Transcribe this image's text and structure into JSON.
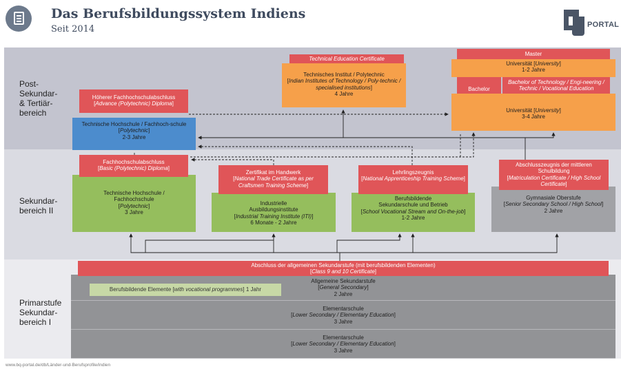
{
  "header": {
    "title": "Das Berufsbildungssystem Indiens",
    "subtitle": "Seit 2014",
    "logo_text": "PORTAL",
    "icon": "document-globe-icon"
  },
  "bands": {
    "post": "Post-\nSekundar-\n& Tertiär-\nbereich",
    "sek2": "Sekundar-\nbereich II",
    "prim": "Primarstufe\nSekundar-\nbereich I"
  },
  "boxes": {
    "tec_cert": {
      "plain": "Technical Education Certificate"
    },
    "tech_inst": {
      "line1": "Technisches Institut / Polytechnic",
      "line2": "[",
      "italic": "Indian Institutes of Technology / Poly-technic / specialised institutions",
      "line3": "]",
      "dur": "4 Jahre"
    },
    "master": {
      "plain": "Master"
    },
    "uni_master": {
      "pre": "Universität [",
      "italic": "University",
      "post": "]",
      "dur": "1-2 Jahre"
    },
    "bachelor_label": {
      "plain": "Bachelor"
    },
    "bachelor_desc": {
      "italic": "Bachelor of Technology / Engi-neering / Technic / Vocational Education"
    },
    "uni_bachelor": {
      "pre": "Universität [",
      "italic": "University",
      "post": "]",
      "dur": "3-4 Jahre"
    },
    "hoeherer": {
      "line1": "Höherer Fachhochschulabschluss",
      "pre": "[",
      "italic": "Advance (Polytechnic) Diploma",
      "post": "]"
    },
    "tech_hs_blue": {
      "line1": "Technische Hochschule / Fachhoch-schule",
      "pre": "[",
      "italic": "Polytechnic",
      "post": "]",
      "dur": "2-3 Jahre"
    },
    "fhs_abschluss": {
      "line1": "Fachhochschulabschluss",
      "pre": "[",
      "italic": "Basic (Polytechnic) Diploma",
      "post": "]"
    },
    "tech_hs_green": {
      "line1": "Technische Hochschule /",
      "line2": "Fachhochschule",
      "pre": "[",
      "italic": "Polytechnic",
      "post": "]",
      "dur": "3 Jahre"
    },
    "zertifikat": {
      "line1": "Zertifikat im Handwerk",
      "pre": "[",
      "italic": "National Trade Certificate as per Craftsmen Training Scheme",
      "post": "]"
    },
    "industrielle": {
      "line1": "Industrielle",
      "line2": "Ausbildungsinstitute",
      "pre": "[",
      "italic": "Industrial Training Institute (ITI)",
      "post": "]",
      "dur": "6 Monate - 2 Jahre"
    },
    "lehrlings": {
      "line1": "Lehrlingszeugnis",
      "pre": "[",
      "italic": "National Apprenticeship Training Scheme",
      "post": "]"
    },
    "berufsbildende": {
      "line1": "Berufsbildende",
      "line2": "Sekundarschule und Betrieb",
      "pre": "[",
      "italic": "School Vocational Stream and On-the-job",
      "post": "]",
      "dur": "1-2 Jahre"
    },
    "abschlusszeugnis": {
      "line1": "Abschlusszeugnis der mittleren Schulbildung",
      "pre": "[",
      "italic": "Matriculation Certificate / High School Certificate",
      "post": "]"
    },
    "gymnasiale": {
      "line1": "Gymnasiale Oberstufe",
      "pre": "[",
      "italic": "Senior Secondary School / High School",
      "post": "]",
      "dur": "2 Jahre"
    },
    "abschluss_allg": {
      "line1": "Abschluss der allgemeinen Sekundarstufe (mit berufsbildenden Elementen)",
      "pre": "[",
      "italic": "Class 9 and 10 Certificate",
      "post": "]"
    },
    "allg_sek": {
      "line1": "Allgemeine Sekundarstufe",
      "pre": "[",
      "italic": "General Secondary",
      "post": "]",
      "dur": "2 Jahre"
    },
    "berufsb_elemente": {
      "pre": "Berufsbildende Elemente [",
      "italic": "with vocational programmes",
      "post": "] 1 Jahr"
    },
    "elementar1": {
      "line1": "Elementarschule",
      "pre": "[",
      "italic": "Lower Secondary / Elementary Education",
      "post": "]",
      "dur": "3 Jahre"
    },
    "elementar2": {
      "line1": "Elementarschule",
      "pre": "[",
      "italic": "Lower Secondary / Elementary Education",
      "post": "]",
      "dur": "3 Jahre"
    }
  },
  "footer": "www.bq-portal.de/db/Länder-und-Berufsprofile/indien",
  "colors": {
    "red": "#e05558",
    "orange": "#f6a04a",
    "green": "#95be5d",
    "blue": "#4c8ccd",
    "gray": "#a1a2a6",
    "band_post": "#c3c4cf",
    "band_sek2": "#dadbe2",
    "band_prim": "#ebebef"
  }
}
